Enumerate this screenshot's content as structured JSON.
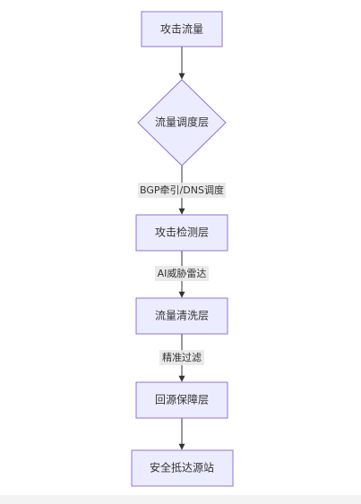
{
  "diagram": {
    "nodes": [
      {
        "id": "attack_traffic",
        "label": "攻击流量",
        "shape": "rect"
      },
      {
        "id": "traffic_scheduling",
        "label": "流量调度层",
        "shape": "diamond"
      },
      {
        "id": "attack_detection",
        "label": "攻击检测层",
        "shape": "rect"
      },
      {
        "id": "traffic_scrubbing",
        "label": "流量清洗层",
        "shape": "rect"
      },
      {
        "id": "origin_protection",
        "label": "回源保障层",
        "shape": "rect"
      },
      {
        "id": "safe_arrival",
        "label": "安全抵达源站",
        "shape": "rect"
      }
    ],
    "edges": [
      {
        "from": "attack_traffic",
        "to": "traffic_scheduling",
        "label": ""
      },
      {
        "from": "traffic_scheduling",
        "to": "attack_detection",
        "label": "BGP牵引/DNS调度"
      },
      {
        "from": "attack_detection",
        "to": "traffic_scrubbing",
        "label": "AI威胁雷达"
      },
      {
        "from": "traffic_scrubbing",
        "to": "origin_protection",
        "label": "精准过滤"
      },
      {
        "from": "origin_protection",
        "to": "safe_arrival",
        "label": ""
      }
    ],
    "colors": {
      "node_fill": "#ececff",
      "node_stroke": "#9370db",
      "edge": "#333333",
      "label_bg": "#e8e8e8"
    }
  }
}
